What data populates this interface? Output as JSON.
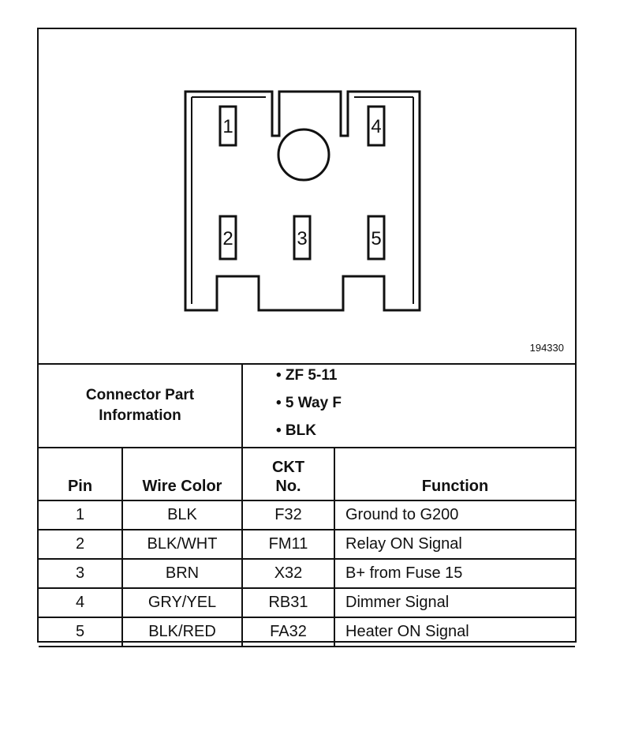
{
  "figure": {
    "id": "194330",
    "pin_labels": [
      "1",
      "4",
      "2",
      "3",
      "5"
    ]
  },
  "connector_info": {
    "title_line1": "Connector Part",
    "title_line2": "Information",
    "items": [
      "• ZF 5-11",
      "• 5 Way F",
      "• BLK"
    ]
  },
  "table": {
    "headers": {
      "pin": "Pin",
      "wire_color": "Wire Color",
      "ckt_line1": "CKT",
      "ckt_line2": "No.",
      "function": "Function"
    },
    "rows": [
      {
        "pin": "1",
        "wire_color": "BLK",
        "ckt": "F32",
        "function": "Ground to G200"
      },
      {
        "pin": "2",
        "wire_color": "BLK/WHT",
        "ckt": "FM11",
        "function": "Relay ON Signal"
      },
      {
        "pin": "3",
        "wire_color": "BRN",
        "ckt": "X32",
        "function": "B+ from Fuse 15"
      },
      {
        "pin": "4",
        "wire_color": "GRY/YEL",
        "ckt": "RB31",
        "function": "Dimmer Signal"
      },
      {
        "pin": "5",
        "wire_color": "BLK/RED",
        "ckt": "FA32",
        "function": "Heater ON Signal"
      }
    ]
  }
}
